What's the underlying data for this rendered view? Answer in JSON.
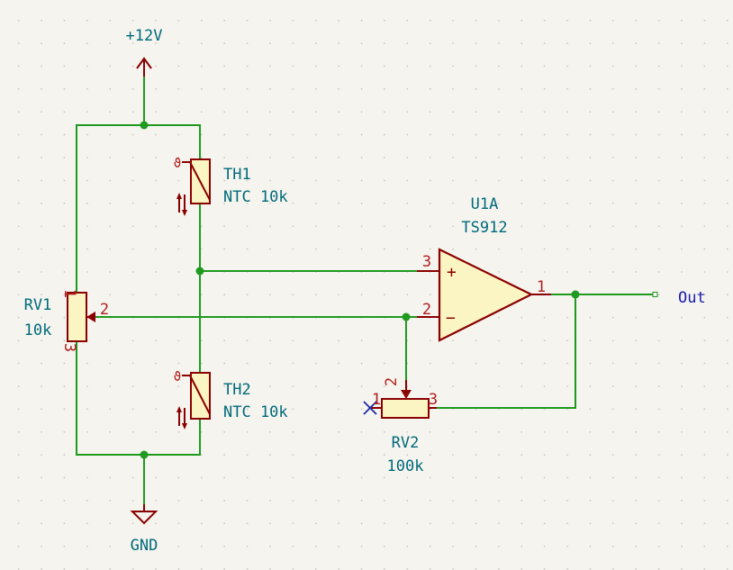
{
  "power": {
    "vcc": "+12V",
    "gnd": "GND"
  },
  "net_label": "Out",
  "rv1": {
    "ref": "RV1",
    "value": "10k",
    "pin1": "1",
    "pin2": "2",
    "pin3": "3"
  },
  "th1": {
    "ref": "TH1",
    "value": "NTC 10k",
    "theta": "ϑ"
  },
  "th2": {
    "ref": "TH2",
    "value": "NTC 10k",
    "theta": "ϑ"
  },
  "u1": {
    "ref": "U1A",
    "value": "TS912",
    "pin_plus": "3",
    "pin_minus": "2",
    "pin_out": "1",
    "plus_sign": "+",
    "minus_sign": "−"
  },
  "rv2": {
    "ref": "RV2",
    "value": "100k",
    "pin1": "1",
    "pin2": "2",
    "pin3": "3"
  },
  "colors": {
    "wire": "#1f9a1f",
    "symbol": "#8b0000",
    "body_fill": "#fbf5c3",
    "text_ref": "#006a7a",
    "pin_num": "#b02020",
    "net_label": "#1a1ab0"
  }
}
